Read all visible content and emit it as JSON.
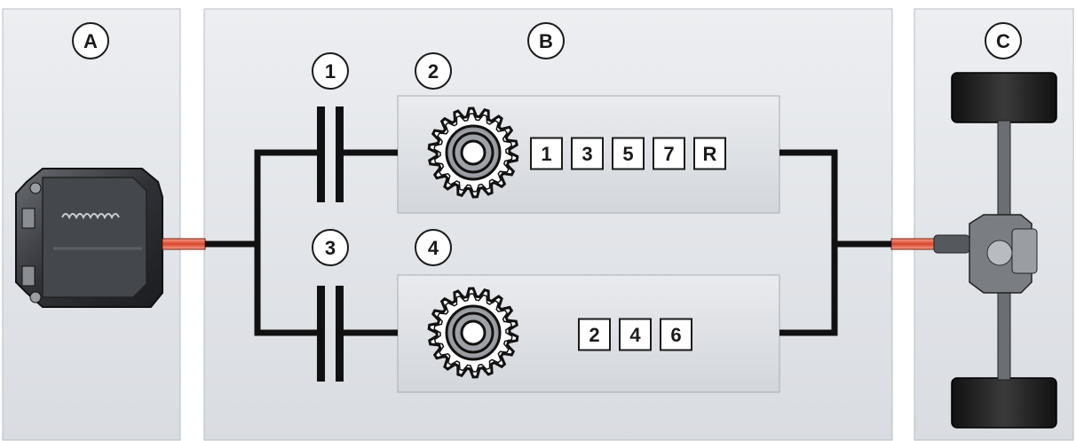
{
  "sections": [
    {
      "id": "A",
      "label": "A"
    },
    {
      "id": "B",
      "label": "B"
    },
    {
      "id": "C",
      "label": "C"
    }
  ],
  "clutch_labels": [
    "1",
    "3"
  ],
  "gearset_labels": [
    "2",
    "4"
  ],
  "upper_gears": [
    "1",
    "3",
    "5",
    "7",
    "R"
  ],
  "lower_gears": [
    "2",
    "4",
    "6"
  ],
  "colors": {
    "panel": "#e4e6ea",
    "shaft": "#111111",
    "coupling": "#e0533a"
  }
}
